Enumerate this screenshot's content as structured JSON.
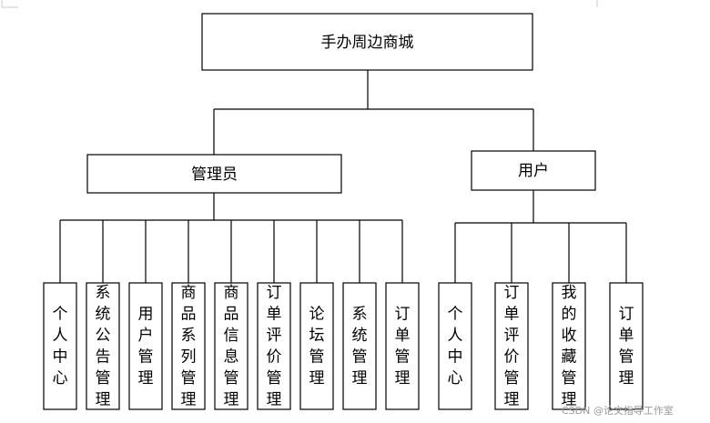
{
  "diagram": {
    "root": {
      "label": "手办周边商城"
    },
    "branches": [
      {
        "id": "admin",
        "label": "管理员",
        "children": [
          "个人中心",
          "系统公告管理",
          "用户管理",
          "商品系列管理",
          "商品信息管理",
          "订单评价管理",
          "论坛管理",
          "系统管理",
          "订单管理"
        ]
      },
      {
        "id": "user",
        "label": "用户",
        "children": [
          "个人中心",
          "订单评价管理",
          "我的收藏管理",
          "订单管理"
        ]
      }
    ]
  },
  "watermark": "CSDN @论文指导工作室"
}
